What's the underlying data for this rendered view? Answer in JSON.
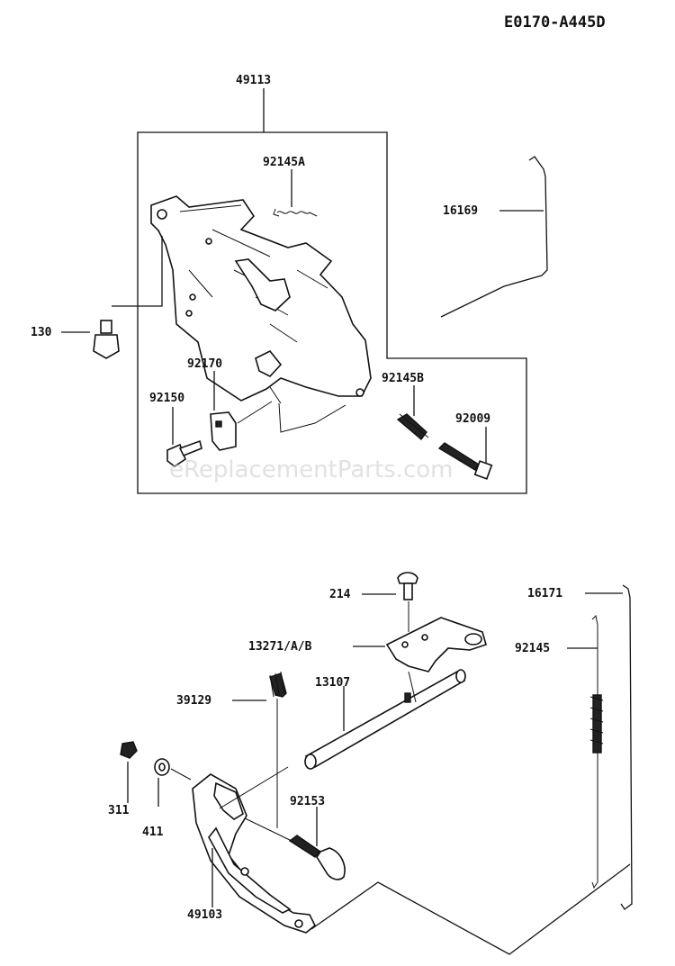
{
  "drawing_code": "E0170-A445D",
  "watermark": "eReplacementParts.com",
  "parts": {
    "p49113": "49113",
    "p92145A": "92145A",
    "p16169": "16169",
    "p130": "130",
    "p92170": "92170",
    "p92145B": "92145B",
    "p92150": "92150",
    "p92009": "92009",
    "p214": "214",
    "p16171": "16171",
    "p13271": "13271/A/B",
    "p92145": "92145",
    "p13107": "13107",
    "p39129": "39129",
    "p311": "311",
    "p411": "411",
    "p92153": "92153",
    "p49103": "49103"
  }
}
